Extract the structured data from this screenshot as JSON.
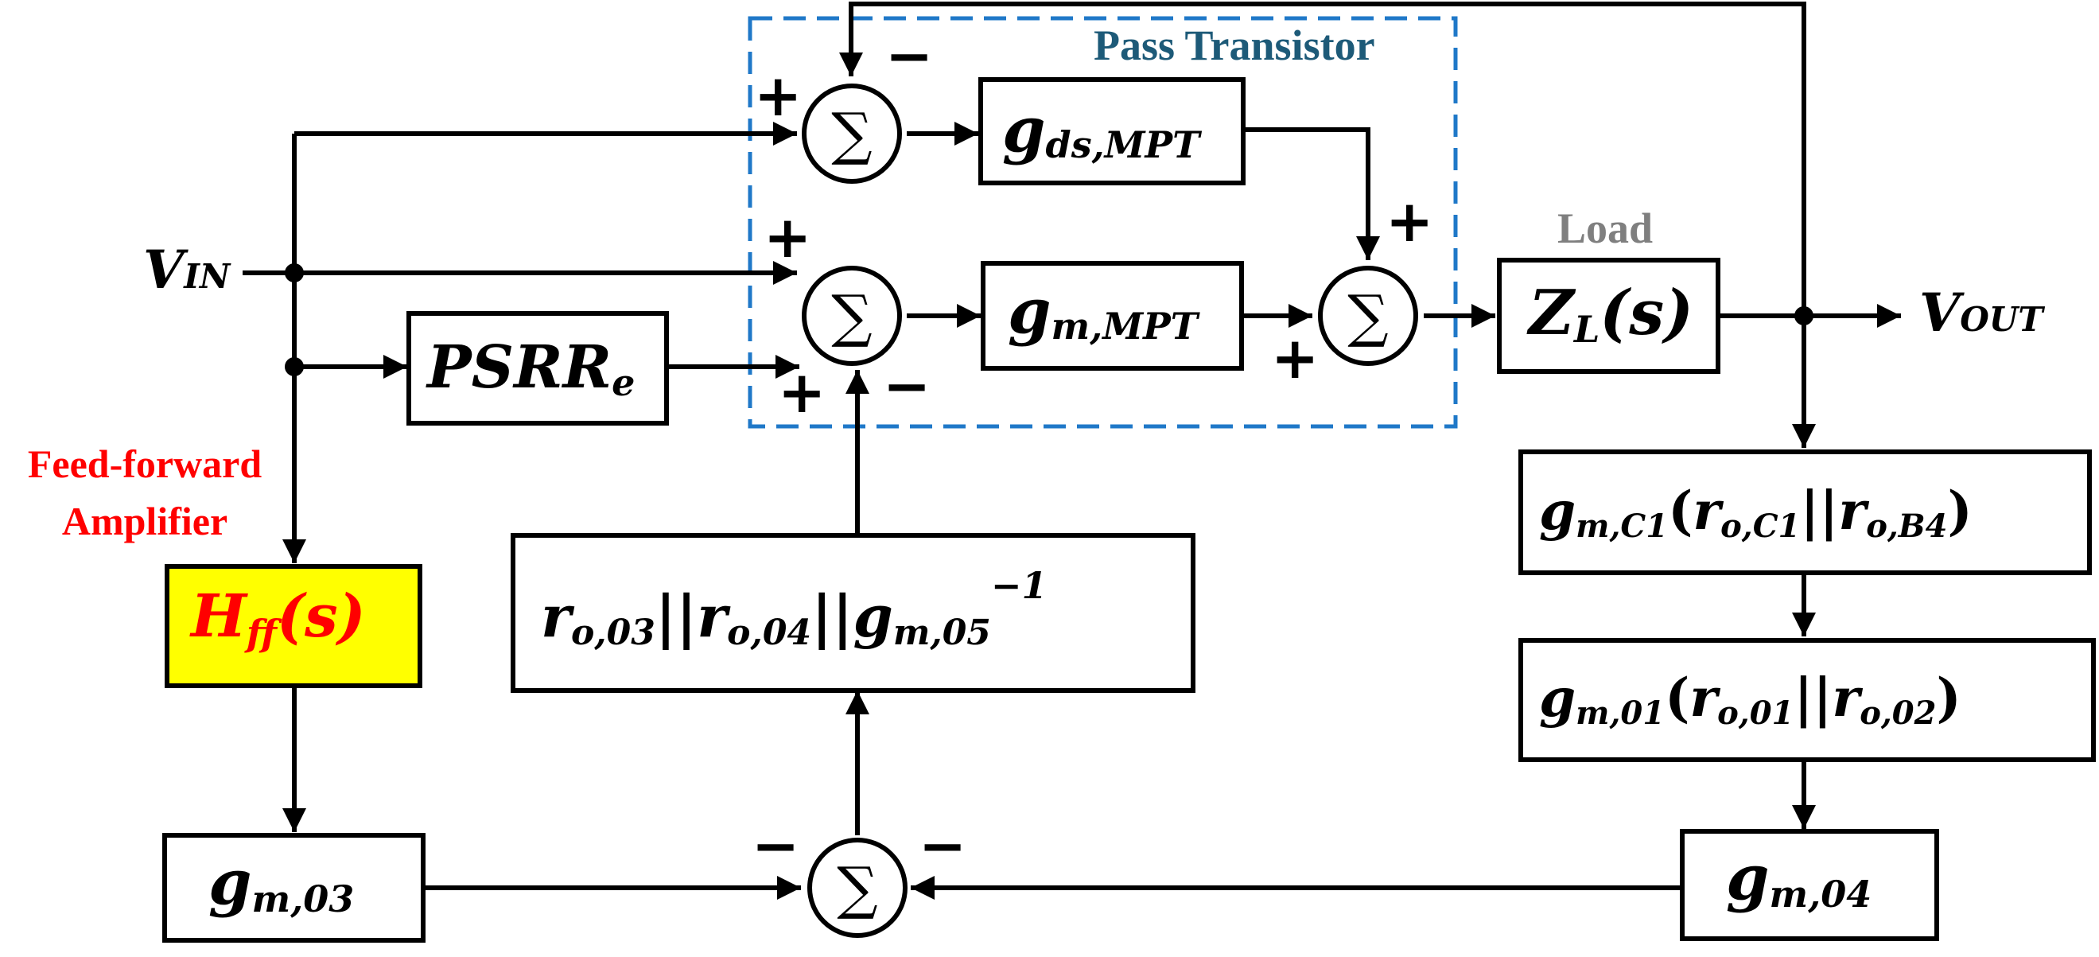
{
  "labels": {
    "pass_transistor": "Pass Transistor",
    "load": "Load",
    "feed_forward_line1": "Feed-forward",
    "feed_forward_line2": "Amplifier"
  },
  "terminals": {
    "vin": {
      "main": "V",
      "sub": "IN"
    },
    "vout": {
      "main": "V",
      "sub": "OUT"
    }
  },
  "blocks": {
    "gds_mpt": {
      "main": "g",
      "sub": "ds,MPT"
    },
    "gm_mpt": {
      "main": "g",
      "sub": "m,MPT"
    },
    "zl": {
      "main": "Z",
      "sub": "L",
      "tail": "(s)"
    },
    "psrr": {
      "main": "PSRR",
      "sub": "e"
    },
    "hff": {
      "main": "H",
      "sub": "ff",
      "tail": "(s)"
    },
    "gm03": {
      "main": "g",
      "sub": "m,03"
    },
    "gm04": {
      "main": "g",
      "sub": "m,04"
    },
    "ro_block": {
      "r1": "r",
      "s1": "o,03",
      "sep1": "||",
      "r2": "r",
      "s2": "o,04",
      "sep2": "||",
      "g": "g",
      "s3": "m,05",
      "sup": "−1"
    },
    "gmc1": {
      "g": "g",
      "s1": "m,C1",
      "open": "(",
      "r1": "r",
      "s2": "o,C1",
      "sep": "||",
      "r2": "r",
      "s3": "o,B4",
      "close": ")"
    },
    "gm01": {
      "g": "g",
      "s1": "m,01",
      "open": "(",
      "r1": "r",
      "s2": "o,01",
      "sep": "||",
      "r2": "r",
      "s3": "o,02",
      "close": ")"
    }
  },
  "summers": {
    "symbol": "∑"
  },
  "signs": {
    "s1_plus": "+",
    "s1_minus": "−",
    "s2_plus_top": "+",
    "s2_plus_bottom": "+",
    "s2_minus": "−",
    "s3_plus_top": "+",
    "s3_plus_bottom": "+",
    "s4_minus_left": "−",
    "s4_minus_right": "−"
  },
  "colors": {
    "dashed_box": "#1f78c8",
    "pass_transistor_label": "#1d5a78",
    "load_label": "#7f7f7f",
    "feed_forward_label": "#ff0000",
    "hff_fill": "#ffff00",
    "hff_text": "#ff0000"
  }
}
